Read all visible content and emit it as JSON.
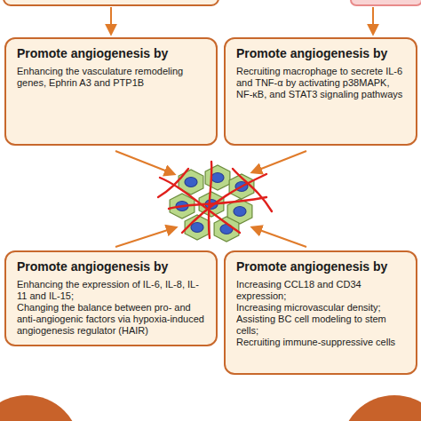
{
  "diagram": {
    "nodes": [
      {
        "text": [
          "Promote angiogenesis by",
          "Enhancing the vasculature remodeling genes, Ephrin A3 and PTP1B"
        ]
      },
      {
        "text": [
          "Promote angiogenesis by",
          "Recruiting macrophage to secrete IL-6 and TNF-α by activating p38MAPK, NF-κB, and STAT3 signaling pathways"
        ]
      },
      {
        "text": [
          "Promote angiogenesis by",
          "Enhancing the expression of IL-6, IL-8, IL-11 and IL-15;",
          "Changing the balance between pro- and anti-angiogenic factors via hypoxia-induced angiogenesis regulator (HAIR)"
        ]
      },
      {
        "text": [
          "Promote angiogenesis by",
          "Increasing CCL18 and CD34 expression;",
          "Increasing microvascular density;",
          "Assisting BC cell modeling to stem cells;",
          "Recruiting immune-suppressive cells"
        ]
      }
    ]
  }
}
